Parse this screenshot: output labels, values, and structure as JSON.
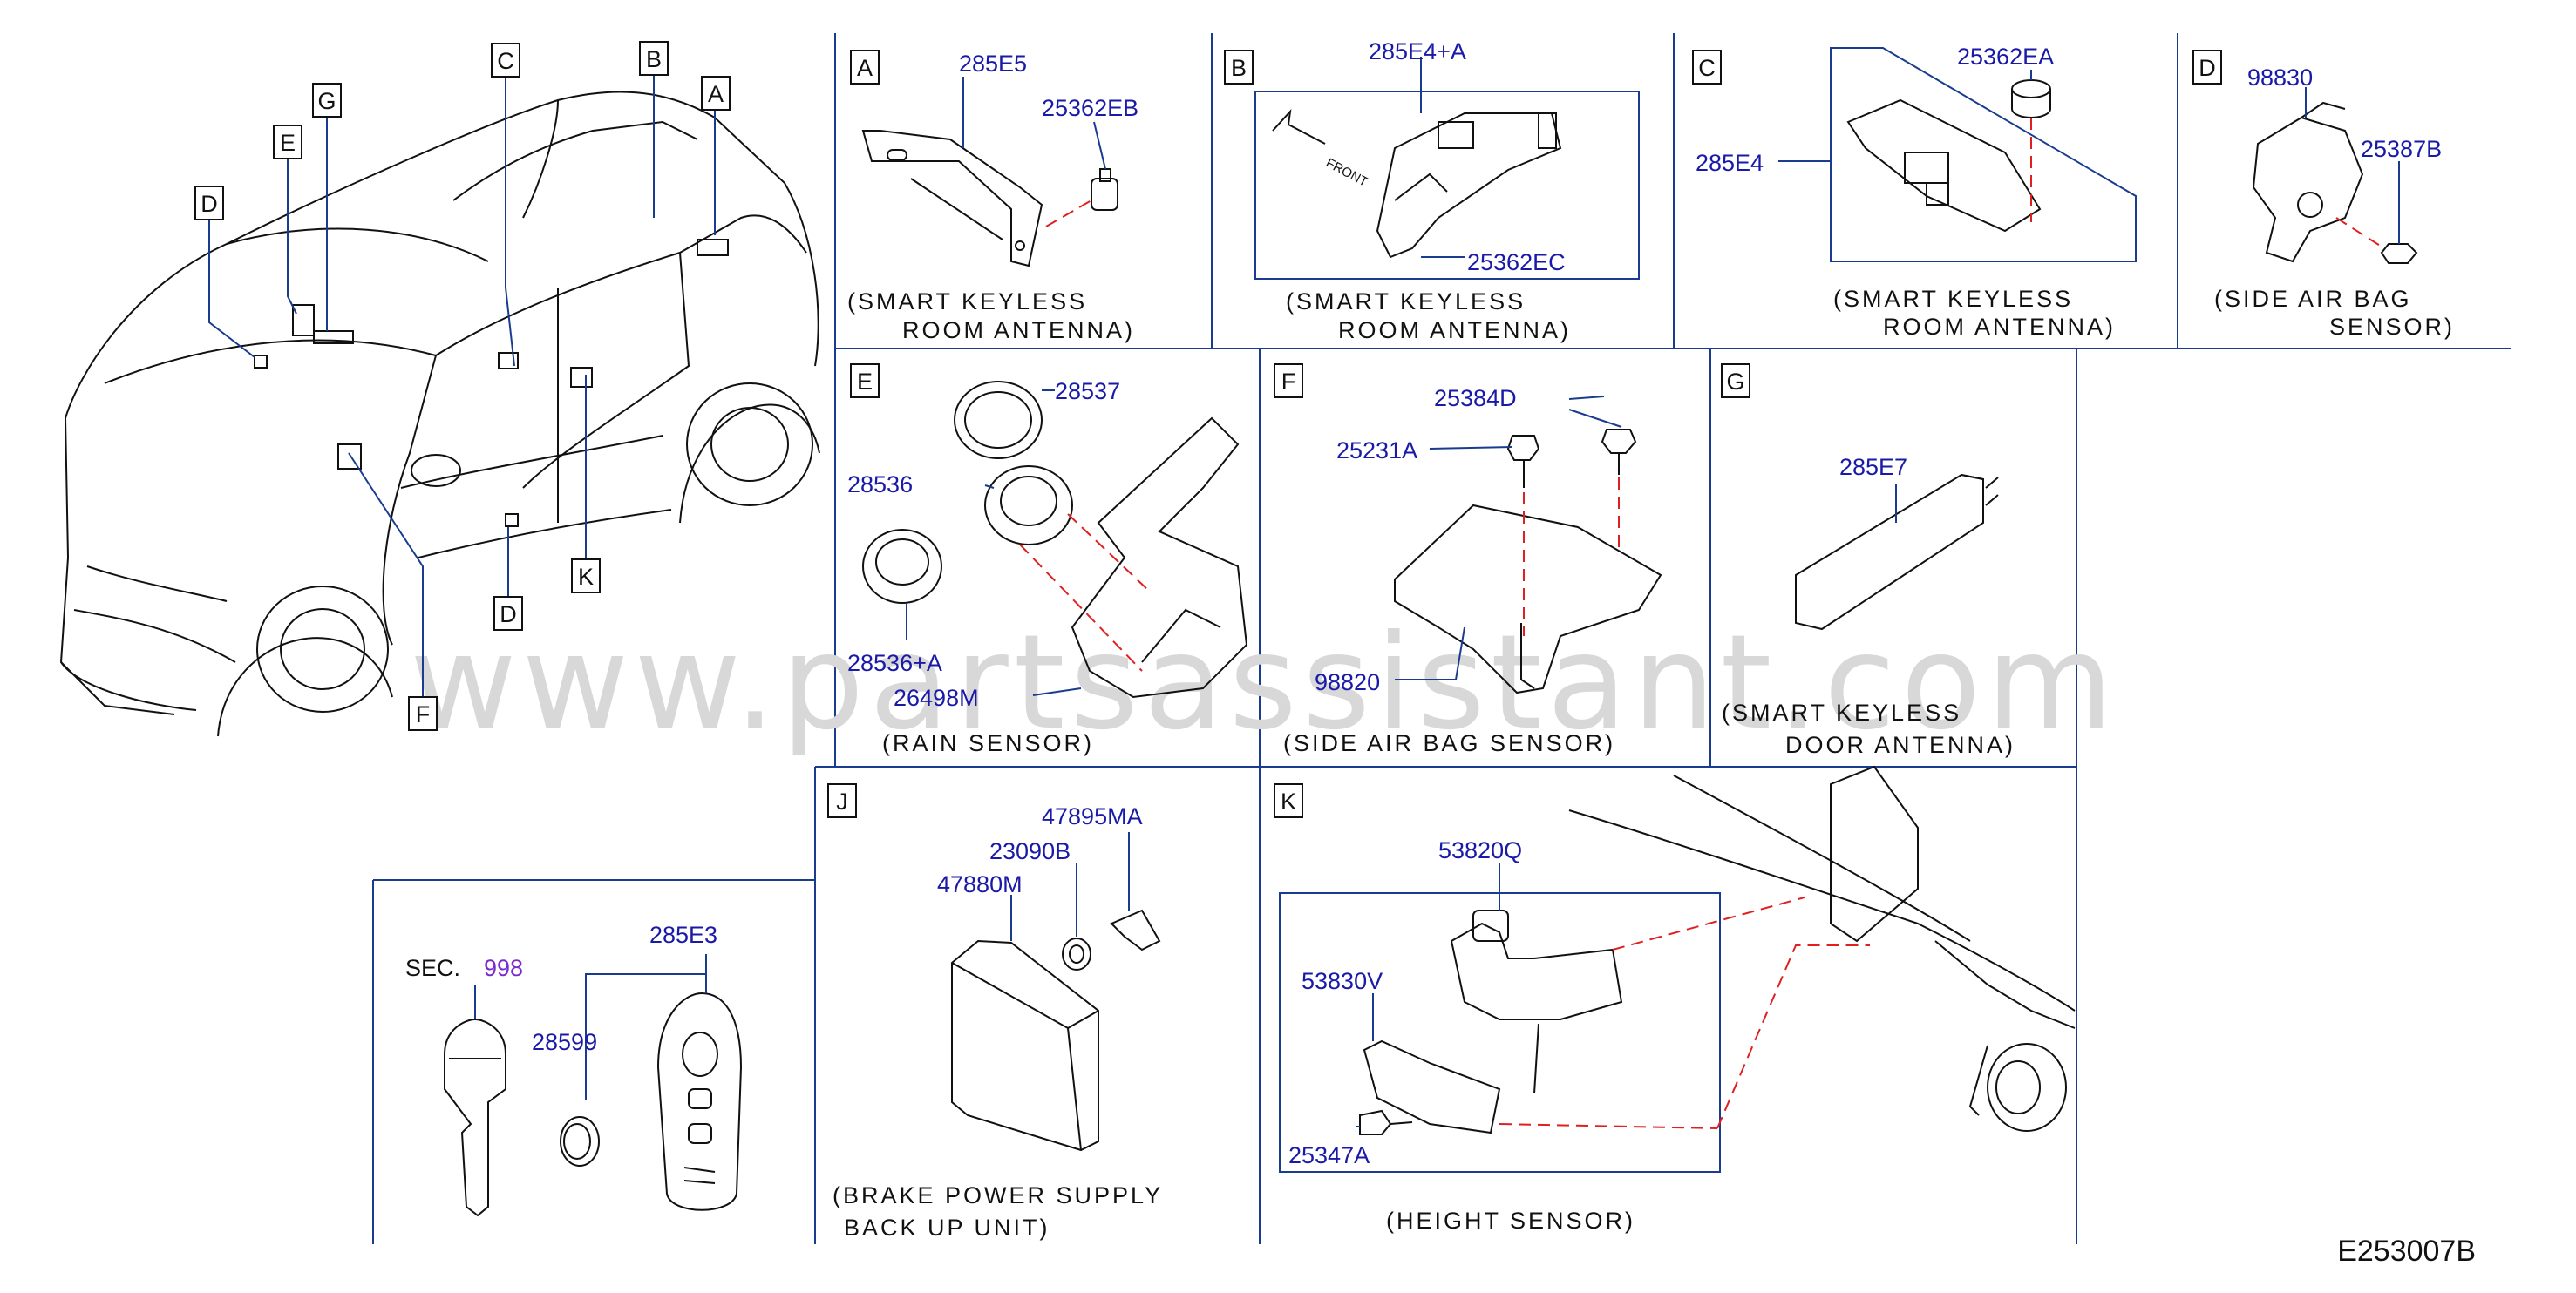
{
  "watermark": "www.partsassistant.com",
  "diagram_code": "E253007B",
  "vehicle_callouts": [
    "A",
    "B",
    "C",
    "D",
    "E",
    "F",
    "G",
    "K",
    "D"
  ],
  "panels": {
    "A": {
      "letter": "A",
      "parts": [
        "285E5",
        "25362EB"
      ],
      "caption_1": "(SMART   KEYLESS",
      "caption_2": "ROOM   ANTENNA)"
    },
    "B": {
      "letter": "B",
      "parts": [
        "285E4+A",
        "25362EC"
      ],
      "front": "FRONT",
      "caption_1": "(SMART   KEYLESS",
      "caption_2": "ROOM   ANTENNA)"
    },
    "C": {
      "letter": "C",
      "parts": [
        "25362EA",
        "285E4"
      ],
      "caption_1": "(SMART   KEYLESS",
      "caption_2": "ROOM   ANTENNA)"
    },
    "D": {
      "letter": "D",
      "parts": [
        "98830",
        "25387B"
      ],
      "caption_1": "(SIDE   AIR   BAG",
      "caption_2": "SENSOR)"
    },
    "E": {
      "letter": "E",
      "parts": [
        "28537",
        "28536",
        "28536+A",
        "26498M"
      ],
      "caption_1": "(RAIN   SENSOR)"
    },
    "F": {
      "letter": "F",
      "parts": [
        "25384D",
        "25231A",
        "98820"
      ],
      "caption_1": "(SIDE   AIR   BAG   SENSOR)"
    },
    "G": {
      "letter": "G",
      "parts": [
        "285E7"
      ],
      "caption_1": "(SMART   KEYLESS",
      "caption_2": "DOOR   ANTENNA)"
    },
    "key": {
      "sec_label": "SEC.",
      "sec_number": "998",
      "parts": [
        "285E3",
        "28599"
      ]
    },
    "J": {
      "letter": "J",
      "parts": [
        "47895MA",
        "23090B",
        "47880M"
      ],
      "caption_1": "(BRAKE   POWER   SUPPLY",
      "caption_2": "BACK   UP   UNIT)"
    },
    "K": {
      "letter": "K",
      "parts": [
        "53820Q",
        "53830V",
        "25347A"
      ],
      "caption_1": "(HEIGHT   SENSOR)"
    }
  },
  "colors": {
    "part_number": "#1a1aa8",
    "section_ref": "#7a2ad0",
    "leader": "#1a3c8f",
    "dashed_guide": "#e02020",
    "watermark": "#d8d8d8"
  }
}
